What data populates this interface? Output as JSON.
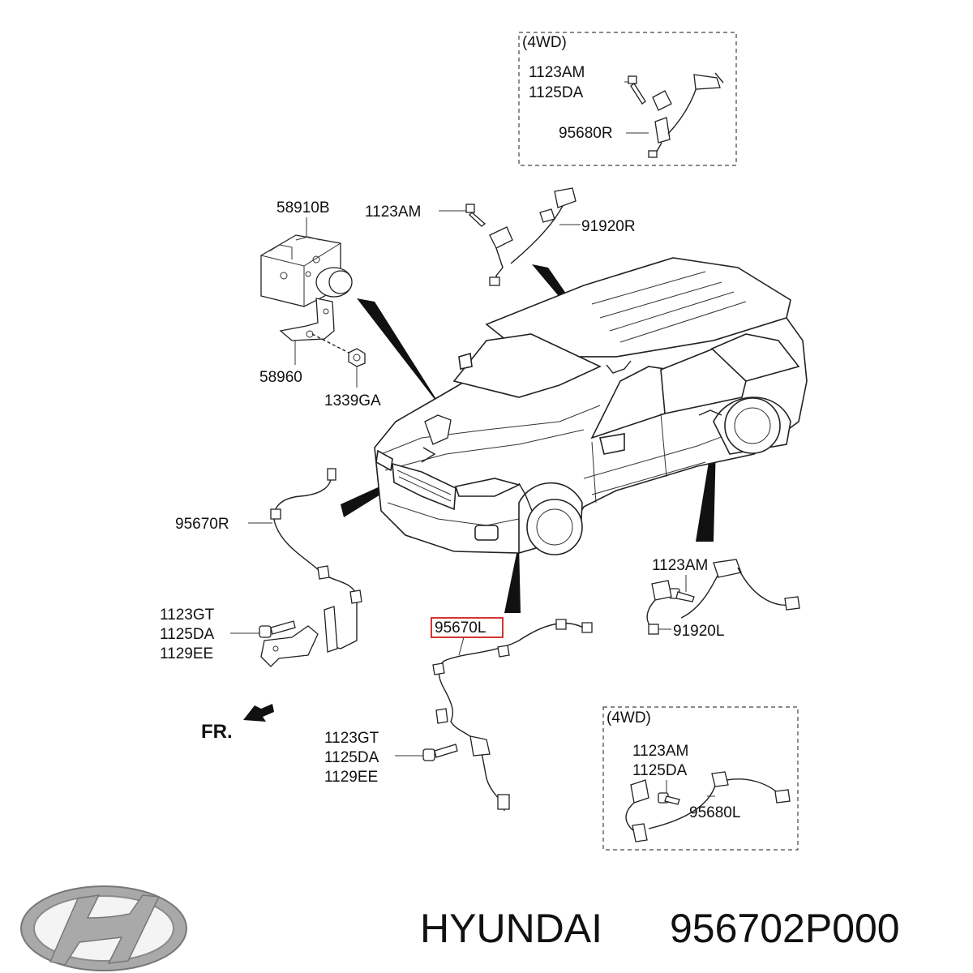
{
  "boxes": {
    "top_4wd": {
      "heading": "(4WD)",
      "labels": [
        "1123AM",
        "1125DA",
        "95680R"
      ]
    },
    "bottom_4wd": {
      "heading": "(4WD)",
      "labels": [
        "1123AM",
        "1125DA",
        "95680L"
      ]
    }
  },
  "labels": {
    "abs_unit": "58910B",
    "bolt_top": "1123AM",
    "sensor_rear_r": "91920R",
    "bracket": "58960",
    "nut": "1339GA",
    "front_r": "95670R",
    "bolt_fr_1": "1123GT",
    "bolt_fr_2": "1125DA",
    "bolt_fr_3": "1129EE",
    "front_l": "95670L",
    "bolt_fl_1": "1123GT",
    "bolt_fl_2": "1125DA",
    "bolt_fl_3": "1129EE",
    "bolt_rl": "1123AM",
    "sensor_rear_l": "91920L",
    "direction": "FR."
  },
  "highlight_color": "#cc0000",
  "logo": {
    "brand": "HYUNDAI",
    "icon": "hyundai-logo-icon"
  },
  "footer": {
    "brand": "HYUNDAI",
    "part_number": "956702P000"
  }
}
